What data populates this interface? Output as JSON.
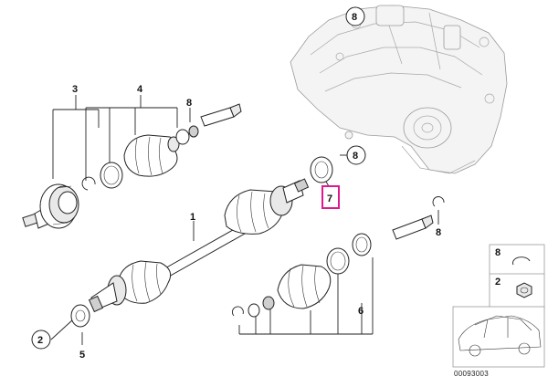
{
  "callouts": {
    "c1": "1",
    "c2": "2",
    "c3": "3",
    "c4": "4",
    "c5": "5",
    "c6": "6",
    "c7": "7",
    "c8a": "8",
    "c8b": "8",
    "c8c": "8",
    "c8d": "8"
  },
  "legend": {
    "item_8": "8",
    "item_2": "2"
  },
  "diagram_code": "00093003",
  "colors": {
    "highlight": "#e0188c",
    "line": "#222222"
  }
}
